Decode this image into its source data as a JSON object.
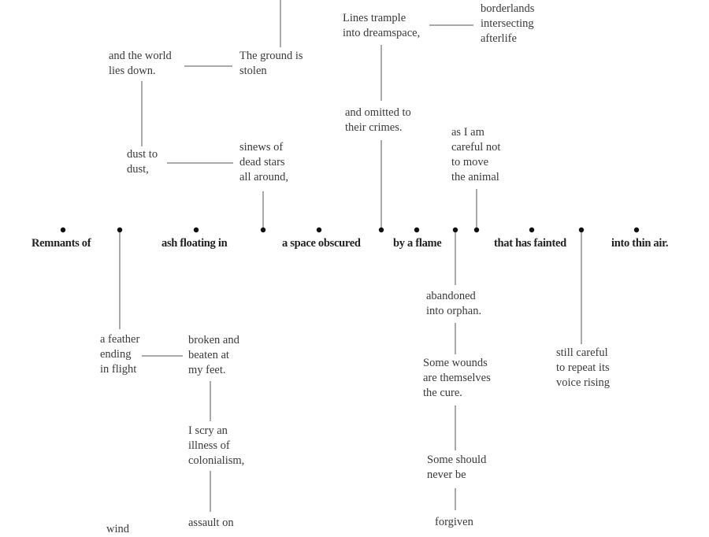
{
  "main_line": [
    "Remnants of",
    "ash floating in",
    "a space obscured",
    "by a flame",
    "that has fainted",
    "into thin air."
  ],
  "branches": {
    "world": [
      "and the world",
      "lies down."
    ],
    "ground": [
      "The ground is",
      "stolen"
    ],
    "lines": [
      "Lines trample",
      "into dreamspace,"
    ],
    "borderlands": [
      "borderlands",
      "intersecting",
      "afterlife"
    ],
    "omitted": [
      "and omitted to",
      "their crimes."
    ],
    "careful": [
      "as I am",
      "careful not",
      "to move",
      "the animal"
    ],
    "dust": [
      "dust to",
      "dust,"
    ],
    "sinews": [
      "sinews of",
      "dead stars",
      "all around,"
    ],
    "abandoned": [
      "abandoned",
      "into orphan."
    ],
    "feather": [
      "a feather",
      "ending",
      "in flight"
    ],
    "broken": [
      "broken and",
      "beaten at",
      "my feet."
    ],
    "still": [
      "still careful",
      "to repeat its",
      "voice rising"
    ],
    "wounds": [
      "Some wounds",
      "are themselves",
      "the cure."
    ],
    "scry": [
      "I scry an",
      "illness of",
      "colonialism,"
    ],
    "should": [
      "Some should",
      "never be"
    ],
    "forgiven": [
      "forgiven"
    ],
    "assault": [
      "assault on"
    ],
    "wind": [
      "wind"
    ]
  }
}
